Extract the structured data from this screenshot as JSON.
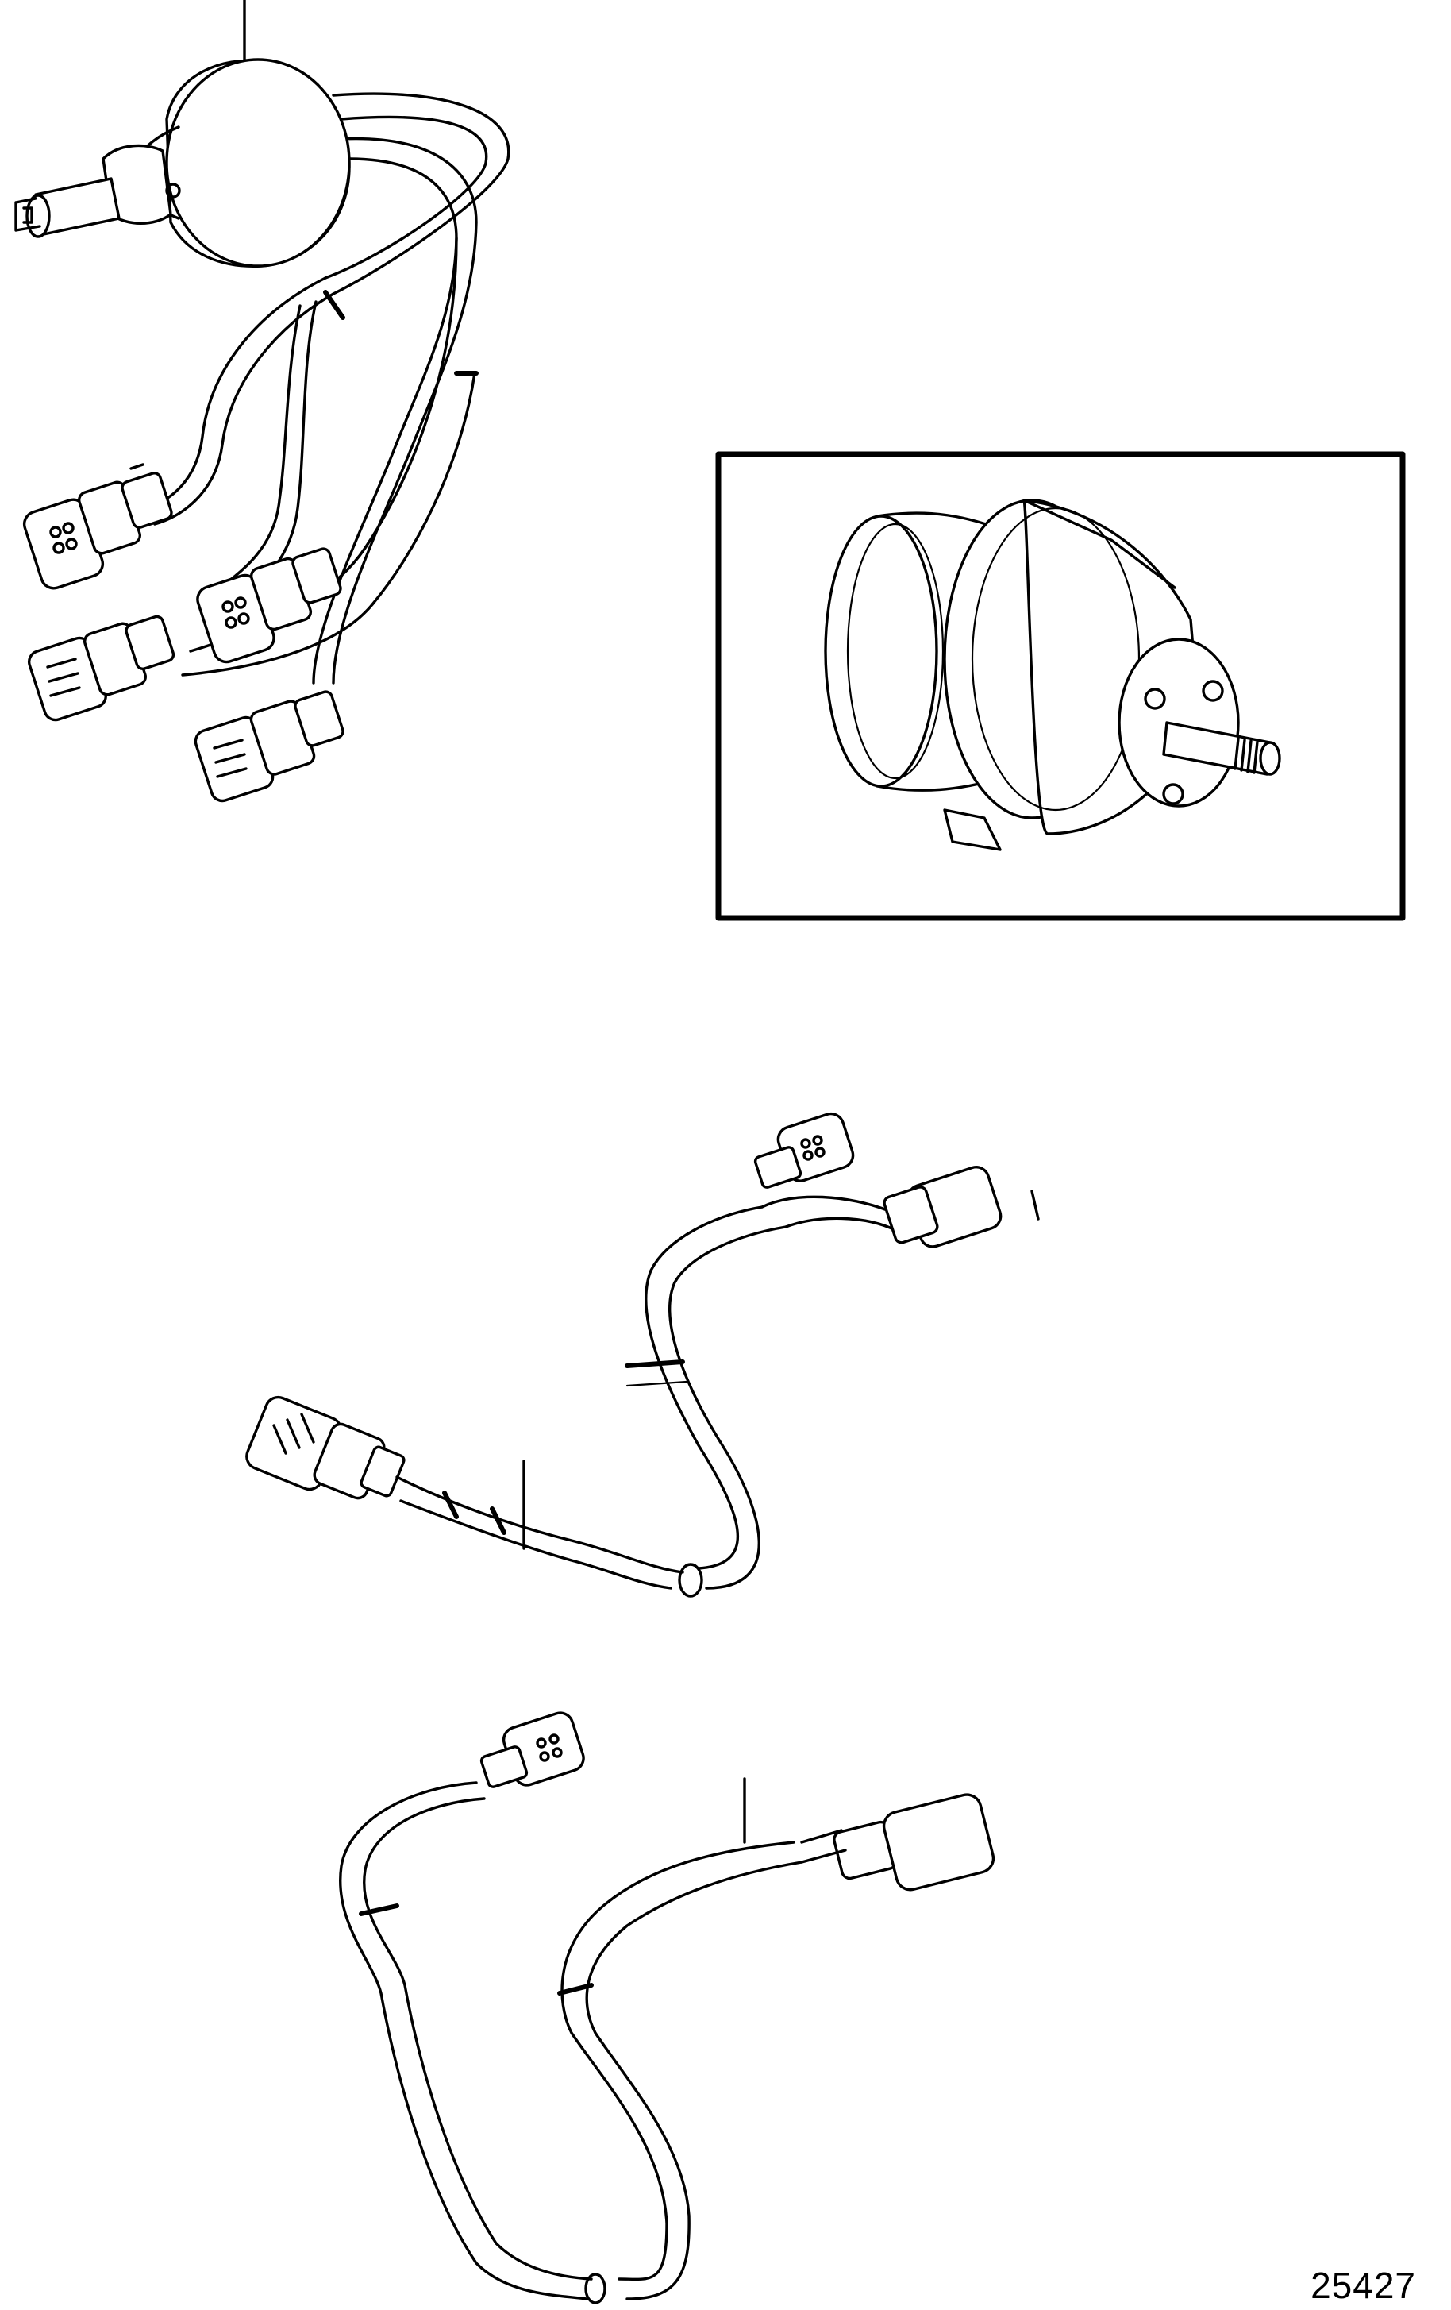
{
  "figure": {
    "number": "25427"
  },
  "parts": [
    {
      "id": "sensor-with-harness",
      "icon": "sender-harness-icon"
    },
    {
      "id": "inset-sender",
      "icon": "sender-unit-icon"
    },
    {
      "id": "y-adapter-cable",
      "icon": "y-cable-icon"
    },
    {
      "id": "extension-cable",
      "icon": "extension-cable-icon"
    }
  ]
}
